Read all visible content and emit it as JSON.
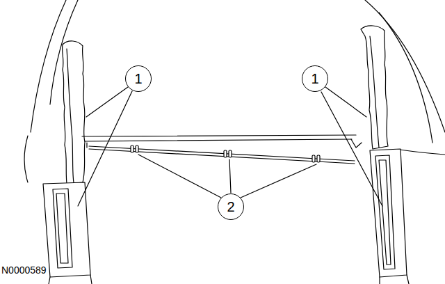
{
  "diagram": {
    "nodes": [
      {
        "text": [
          "1"
        ]
      },
      {
        "text": [
          "1"
        ]
      },
      {
        "text": [
          "2"
        ]
      }
    ],
    "labels": [
      "N0000589"
    ]
  }
}
